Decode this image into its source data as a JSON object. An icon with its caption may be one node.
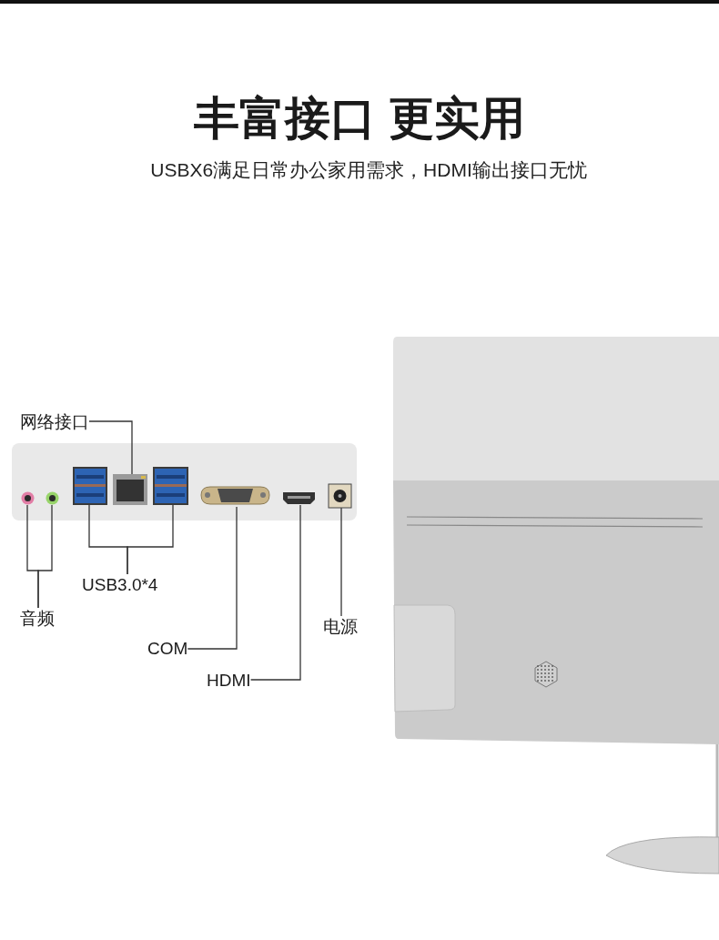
{
  "diagram": {
    "title": "丰富接口 更实用",
    "nodes": [
      {
        "text": [
          "网络接口"
        ]
      },
      {
        "text": [
          "USB3.0*4"
        ]
      },
      {
        "text": [
          "音频"
        ]
      },
      {
        "text": [
          "COM"
        ]
      },
      {
        "text": [
          "HDMI"
        ]
      },
      {
        "text": [
          "电源"
        ]
      },
      {
        "text": [],
        "shape": "picture"
      },
      {
        "text": [],
        "shape": "picture"
      },
      {
        "text": [],
        "shape": "picture"
      },
      {
        "text": [],
        "shape": "picture"
      },
      {
        "text": [],
        "shape": "picture"
      },
      {
        "text": [],
        "shape": "picture"
      },
      {
        "text": [],
        "shape": "picture"
      },
      {
        "text": [],
        "shape": "picture"
      }
    ],
    "edges": [
      {
        "from": 0,
        "to": 9,
        "arrow": "none"
      },
      {
        "from": 1,
        "to": 8,
        "arrow": "none"
      },
      {
        "from": 1,
        "to": 10,
        "arrow": "none"
      },
      {
        "from": 2,
        "to": 6,
        "arrow": "none"
      },
      {
        "from": 2,
        "to": 7,
        "arrow": "none"
      },
      {
        "from": 3,
        "to": 11,
        "arrow": "none"
      },
      {
        "from": 4,
        "to": 12,
        "arrow": "none"
      },
      {
        "from": 5,
        "to": 13,
        "arrow": "none"
      }
    ],
    "labels": [
      "USBX6满足日常办公家用需求，HDMI输出接口无忧"
    ]
  }
}
